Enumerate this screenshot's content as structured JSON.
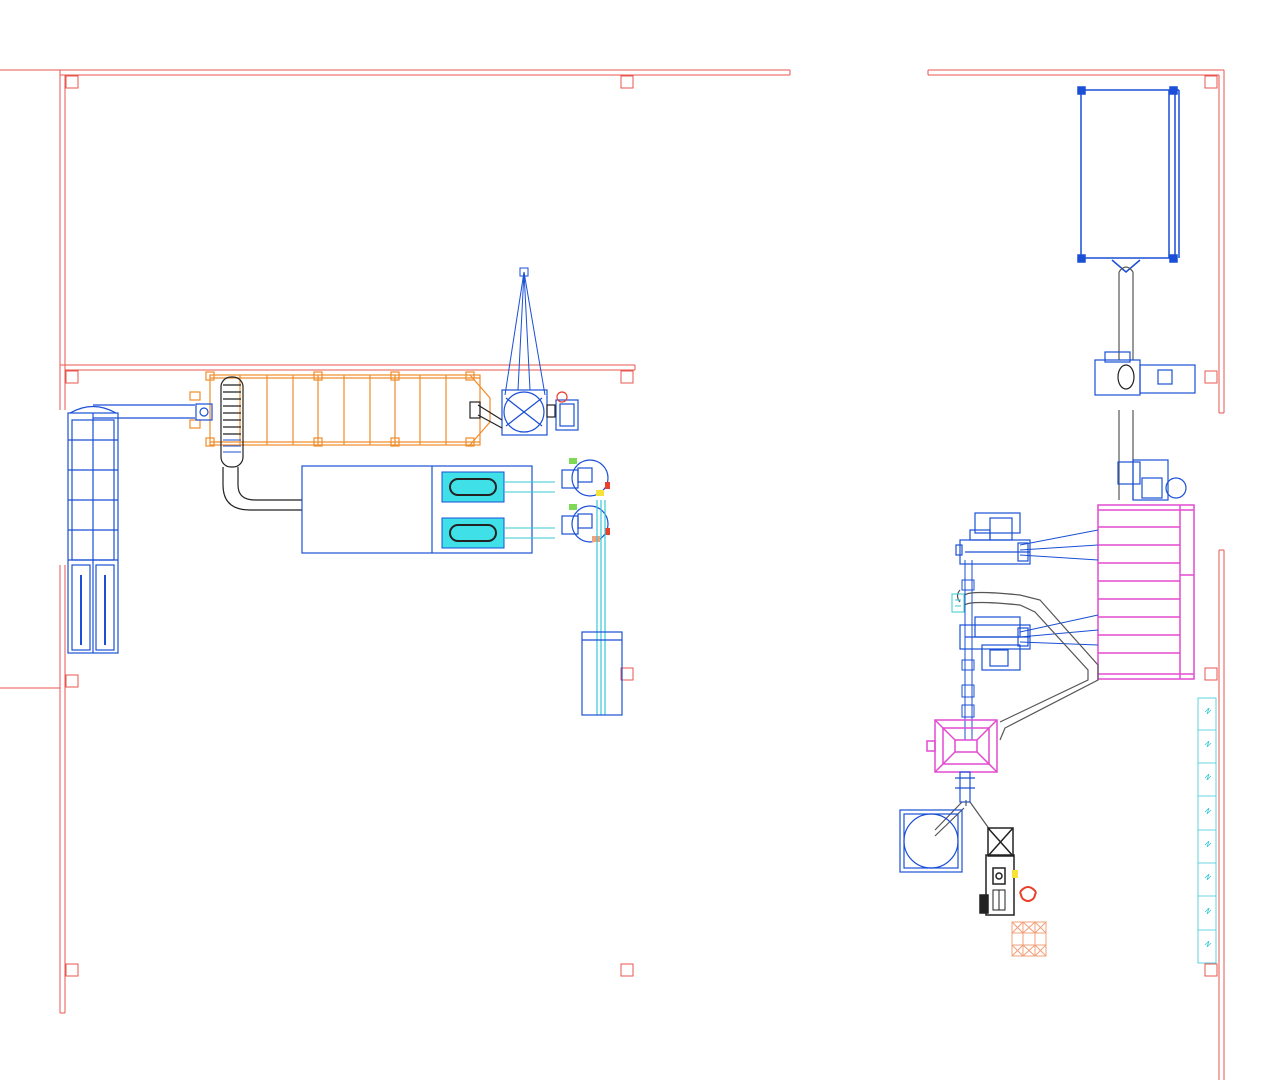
{
  "drawing": {
    "kind": "plant layout plan view",
    "text_labels": []
  },
  "colors": {
    "background": "#ffffff",
    "walls": "#e8574f",
    "equipment": "#1a4fd6",
    "dryer": "#f08c2a",
    "silo": "#e34ad1",
    "tank_fill": "#3fe0e8",
    "dark": "#222222",
    "accent_red": "#e8402a",
    "accent_green": "#7ed957",
    "accent_yellow": "#f5e23a",
    "pallet": "#f0a07a",
    "conveyor_cyan": "#36c9d6",
    "duct_gray": "#555555"
  },
  "legend_icons": [
    "plan-walls",
    "dryer-unit",
    "storage-bin",
    "cooling-tanks",
    "cyclone-fans",
    "silo-bin",
    "packing-line",
    "pallet"
  ]
}
